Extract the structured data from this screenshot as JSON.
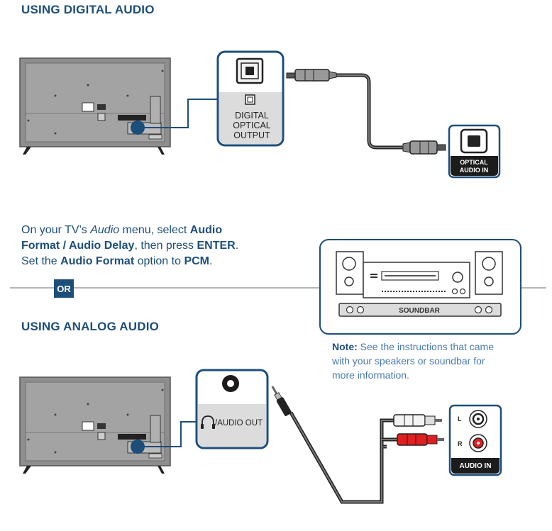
{
  "digital": {
    "heading": "USING DIGITAL AUDIO",
    "tv_port_label": [
      "DIGITAL",
      "OPTICAL",
      "OUTPUT"
    ],
    "device_port_label": [
      "OPTICAL",
      "AUDIO IN"
    ]
  },
  "instruction": {
    "line1_pre": "On your TV’s ",
    "line1_menu": "Audio",
    "line1_mid": " menu, select ",
    "line1_opt1": "Audio",
    "line2_opt1": "Format / Audio Delay",
    "line2_mid": ", then press ",
    "line2_key": "ENTER",
    "line2_end": ".",
    "line3_pre": "Set the ",
    "line3_opt": "Audio Format",
    "line3_mid": " option to ",
    "line3_val": "PCM",
    "line3_end": "."
  },
  "divider": {
    "label": "OR"
  },
  "soundbar": {
    "label": "SOUNDBAR"
  },
  "note": {
    "label": "Note:",
    "text": " See the instructions that came with your speakers or soundbar for more information."
  },
  "analog": {
    "heading": "USING ANALOG AUDIO",
    "tv_port_label": "/AUDIO OUT",
    "device_label": "AUDIO IN",
    "channel_left": "L",
    "channel_right": "R"
  },
  "colors": {
    "navy": "#1d4e7a",
    "blue_text": "#4a7ab0",
    "tv_gray": "#9b9b9b",
    "panel_gray": "#dcdcdc",
    "cable_red": "#e02020"
  }
}
